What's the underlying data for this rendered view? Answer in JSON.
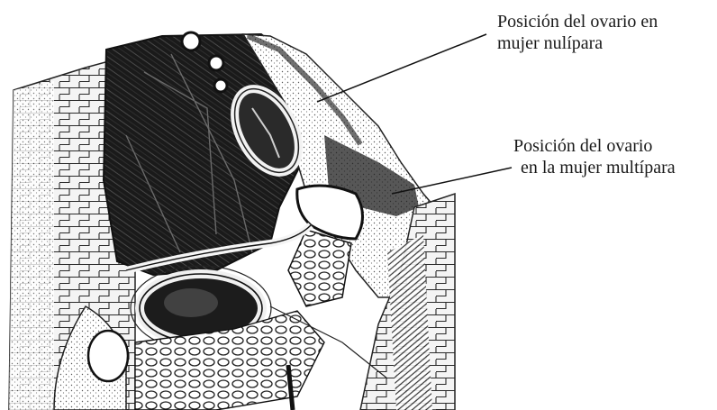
{
  "labels": {
    "nullipara": {
      "line1": "Posición del ovario en",
      "line2": "mujer nulípara"
    },
    "multipara": {
      "line1": "Posición del ovario",
      "line2": "en la mujer multípara"
    }
  },
  "colors": {
    "ink": "#151515",
    "paper": "#ffffff",
    "shade": "#3a3a3a"
  }
}
